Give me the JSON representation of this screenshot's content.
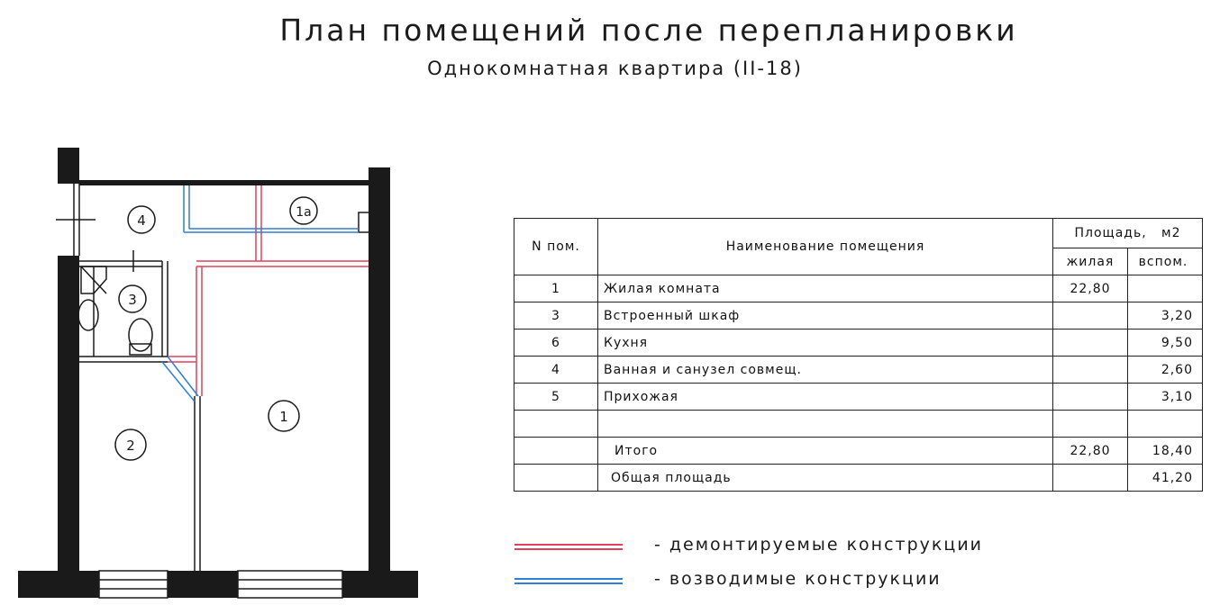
{
  "header": {
    "title": "План помещений после перепланировки",
    "subtitle": "Однокомнатная квартира (II-18)"
  },
  "plan": {
    "room_labels": [
      "4",
      "1а",
      "3",
      "1",
      "2"
    ]
  },
  "colors": {
    "wall": "#1a1a1a",
    "demolished": "#e0405a",
    "erected": "#2f7fd6",
    "line": "#222222"
  },
  "table": {
    "headers": {
      "number": "N пом.",
      "name": "Наименование помещения",
      "area": "Площадь,   м2",
      "living": "жилая",
      "aux": "вспом."
    },
    "rows": [
      {
        "number": "1",
        "name": "Жилая комната",
        "living": "22,80",
        "aux": ""
      },
      {
        "number": "3",
        "name": "Встроенный шкаф",
        "living": "",
        "aux": "3,20"
      },
      {
        "number": "6",
        "name": "Кухня",
        "living": "",
        "aux": "9,50"
      },
      {
        "number": "4",
        "name": "Ванная и санузел совмещ.",
        "living": "",
        "aux": "2,60"
      },
      {
        "number": "5",
        "name": "Прихожая",
        "living": "",
        "aux": "3,10"
      },
      {
        "number": "",
        "name": "",
        "living": "",
        "aux": ""
      },
      {
        "number": "",
        "name": "Итого",
        "living": "22,80",
        "aux": "18,40"
      },
      {
        "number": "",
        "name": "Общая площадь",
        "living": "",
        "aux": "41,20"
      }
    ]
  },
  "legend": {
    "demolished": "- демонтируемые конструкции",
    "erected": "- возводимые конструкции"
  }
}
